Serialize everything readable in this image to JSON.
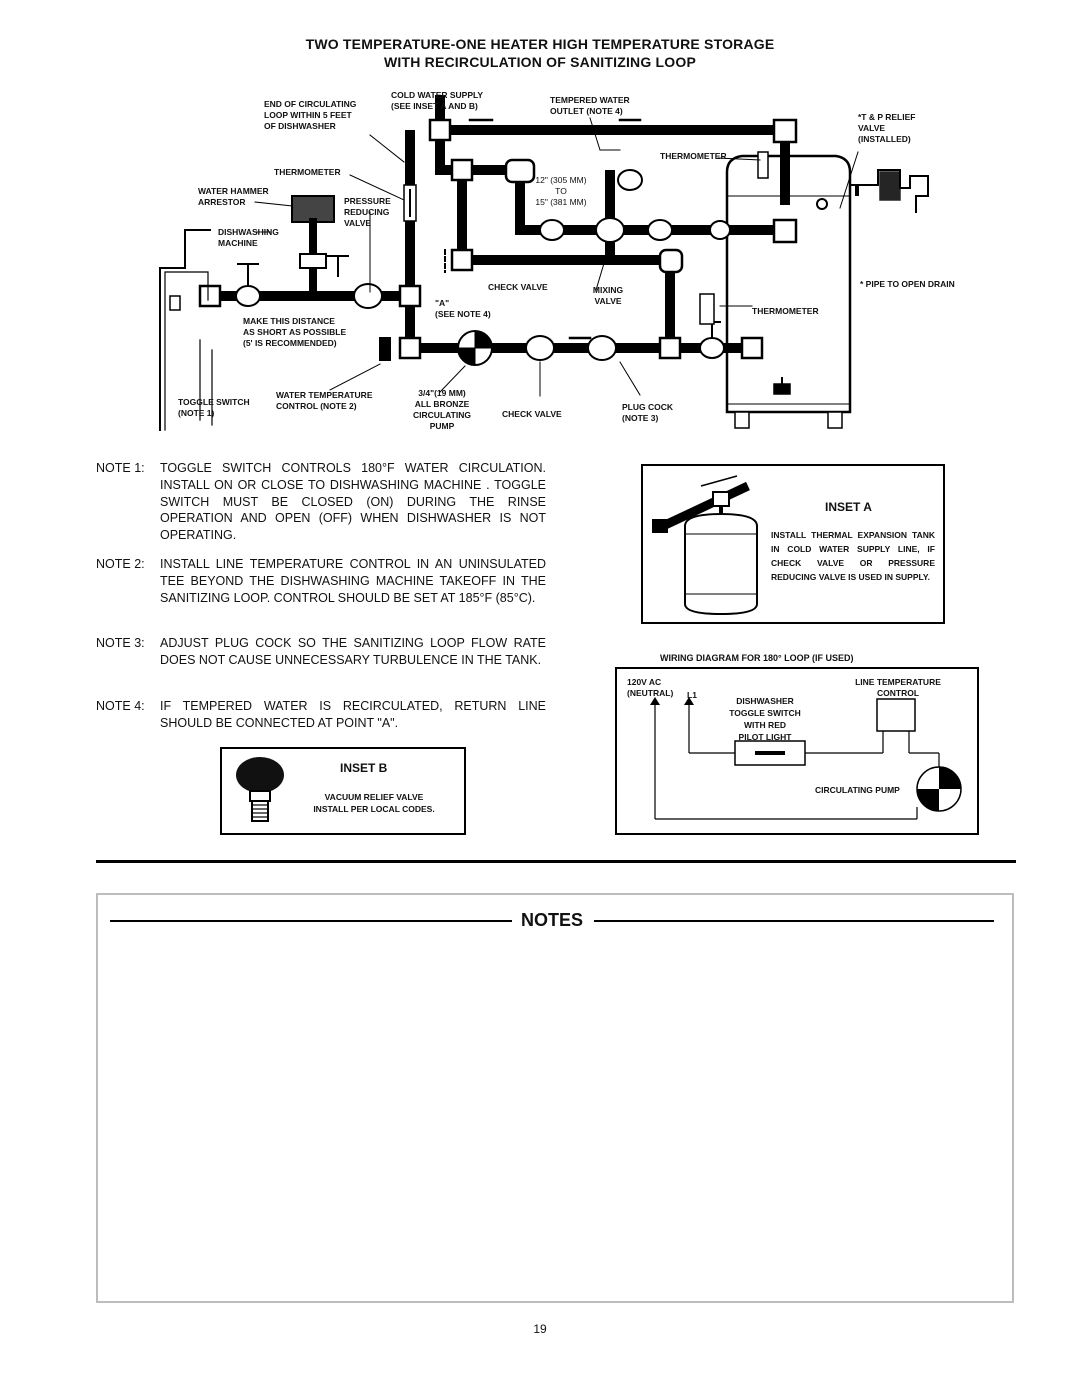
{
  "title": {
    "line1": "TWO TEMPERATURE-ONE HEATER HIGH TEMPERATURE STORAGE",
    "line2": "WITH RECIRCULATION OF SANITIZING LOOP"
  },
  "diagram": {
    "labels": {
      "end_of_circulating": "END OF CIRCULATING\nLOOP WITHIN 5 FEET\nOF DISHWASHER",
      "cold_water_supply": "COLD WATER SUPPLY\n(SEE INSET A AND B)",
      "tempered_water": "TEMPERED WATER\nOUTLET (NOTE 4)",
      "tp_relief": "*T & P RELIEF\nVALVE\n(INSTALLED)",
      "thermometer_left": "THERMOMETER",
      "thermometer_top": "THERMOMETER",
      "thermometer_right": "THERMOMETER",
      "water_hammer": "WATER HAMMER\nARRESTOR",
      "pressure_reducing": "PRESSURE\nREDUCING\nVALVE",
      "distance": "12\" (305 mm)\nTO\n15\" (381 mm)",
      "dishwashing_machine": "DISHWASHING\nMACHINE",
      "check_valve_top": "CHECK VALVE",
      "mixing_valve": "MIXING\nVALVE",
      "pipe_to_drain": "* PIPE TO OPEN DRAIN",
      "point_a": "\"A\"\n(SEE NOTE 4)",
      "make_distance": "MAKE THIS DISTANCE\nAS SHORT AS POSSIBLE\n(5' IS RECOMMENDED)",
      "toggle_switch": "TOGGLE SWITCH\n(NOTE 1)",
      "water_temperature": "WATER TEMPERATURE\nCONTROL (NOTE 2)",
      "pump": "3/4\"(19 mm)\nALL BRONZE\nCIRCULATING\nPUMP",
      "check_valve_bottom": "CHECK VALVE",
      "plug_cock": "PLUG COCK\n(NOTE 3)"
    }
  },
  "notes": [
    {
      "num": "NOTE 1:",
      "text": "TOGGLE SWITCH CONTROLS 180°F WATER CIRCULATION. INSTALL ON OR CLOSE TO DISHWASHING MACHINE . TOGGLE SWITCH MUST BE CLOSED (ON) DURING THE RINSE OPERATION AND OPEN (OFF) WHEN DISHWASHER IS NOT OPERATING."
    },
    {
      "num": "NOTE 2:",
      "text": "INSTALL LINE TEMPERATURE CONTROL IN AN UNINSULATED TEE BEYOND THE DISHWASHING MACHINE TAKEOFF IN THE SANITIZING LOOP. CONTROL SHOULD BE SET AT 185°F (85°C)."
    },
    {
      "num": "NOTE 3:",
      "text": "ADJUST PLUG COCK SO THE SANITIZING LOOP FLOW RATE DOES NOT CAUSE UNNECESSARY TURBULENCE IN THE TANK."
    },
    {
      "num": "NOTE 4:",
      "text": "IF TEMPERED WATER IS RECIRCULATED, RETURN LINE SHOULD BE CONNECTED AT POINT \"A\"."
    }
  ],
  "inset_a": {
    "title": "INSET A",
    "text": "INSTALL THERMAL EXPANSION TANK IN COLD WATER SUPPLY LINE, IF CHECK VALVE OR PRESSURE REDUCING VALVE IS USED IN SUPPLY."
  },
  "inset_b": {
    "title": "INSET B",
    "text": "VACUUM RELIEF VALVE\nINSTALL PER LOCAL CODES."
  },
  "wiring": {
    "title": "WIRING DIAGRAM FOR 180° LOOP (IF USED)",
    "source": "120V AC\n(NEUTRAL)",
    "l1": "L1",
    "switch": "DISHWASHER\nTOGGLE SWITCH\nWITH RED\nPILOT LIGHT",
    "control": "LINE TEMPERATURE\nCONTROL",
    "pump": "CIRCULATING PUMP"
  },
  "notes_section": {
    "title": "NOTES"
  },
  "page_number": "19"
}
